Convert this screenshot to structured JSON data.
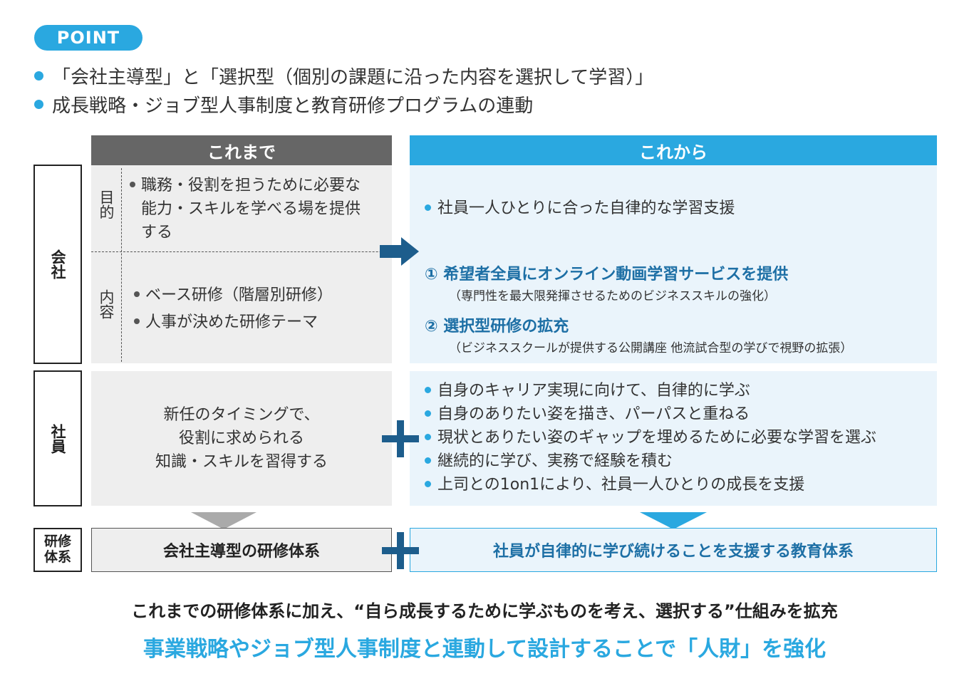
{
  "point_badge": "POINT",
  "bullets": [
    "「会社主導型」と「選択型（個別の課題に沿った内容を選択して学習）」",
    "成長戦略・ジョブ型人事制度と教育研修プログラムの連動"
  ],
  "headers": {
    "before": "これまで",
    "after": "これから"
  },
  "rows": {
    "company": {
      "label": "会社",
      "purpose_label": "目的",
      "content_label": "内容",
      "before_purpose": [
        "職務・役割を担うために必要な",
        "能力・スキルを学べる場を提供",
        "する"
      ],
      "before_content": [
        "ベース研修（階層別研修）",
        "人事が決めた研修テーマ"
      ],
      "after_purpose": "社員一人ひとりに合った自律的な学習支援",
      "after_items": [
        {
          "title": "① 希望者全員にオンライン動画学習サービスを提供",
          "sub": "（専門性を最大限発揮させるためのビジネススキルの強化）"
        },
        {
          "title": "② 選択型研修の拡充",
          "sub": "（ビジネススクールが提供する公開講座 他流試合型の学びで視野の拡張）"
        }
      ]
    },
    "employee": {
      "label": "社員",
      "before": [
        "新任のタイミングで、",
        "役割に求められる",
        "知識・スキルを習得する"
      ],
      "after": [
        "自身のキャリア実現に向けて、自律的に学ぶ",
        "自身のありたい姿を描き、パーパスと重ねる",
        "現状とありたい姿のギャップを埋めるために必要な学習を選ぶ",
        "継続的に学び、実務で経験を積む",
        "上司との1on1により、社員一人ひとりの成長を支援"
      ]
    },
    "system": {
      "label": "研修体系",
      "before": "会社主導型の研修体系",
      "after": "社員が自律的に学び続けることを支援する教育体系"
    }
  },
  "footer": {
    "line1": "これまでの研修体系に加え、“自ら成長するために学ぶものを考え、選択する”仕組みを拡充",
    "line2": "事業戦略やジョブ型人事制度と連動して設計することで「人財」を強化"
  },
  "colors": {
    "accent": "#2aa8e0",
    "dark_blue": "#1d6fa5",
    "grey_header": "#666666",
    "grey_panel": "#eeeeee",
    "blue_panel": "#eaf4fb"
  }
}
